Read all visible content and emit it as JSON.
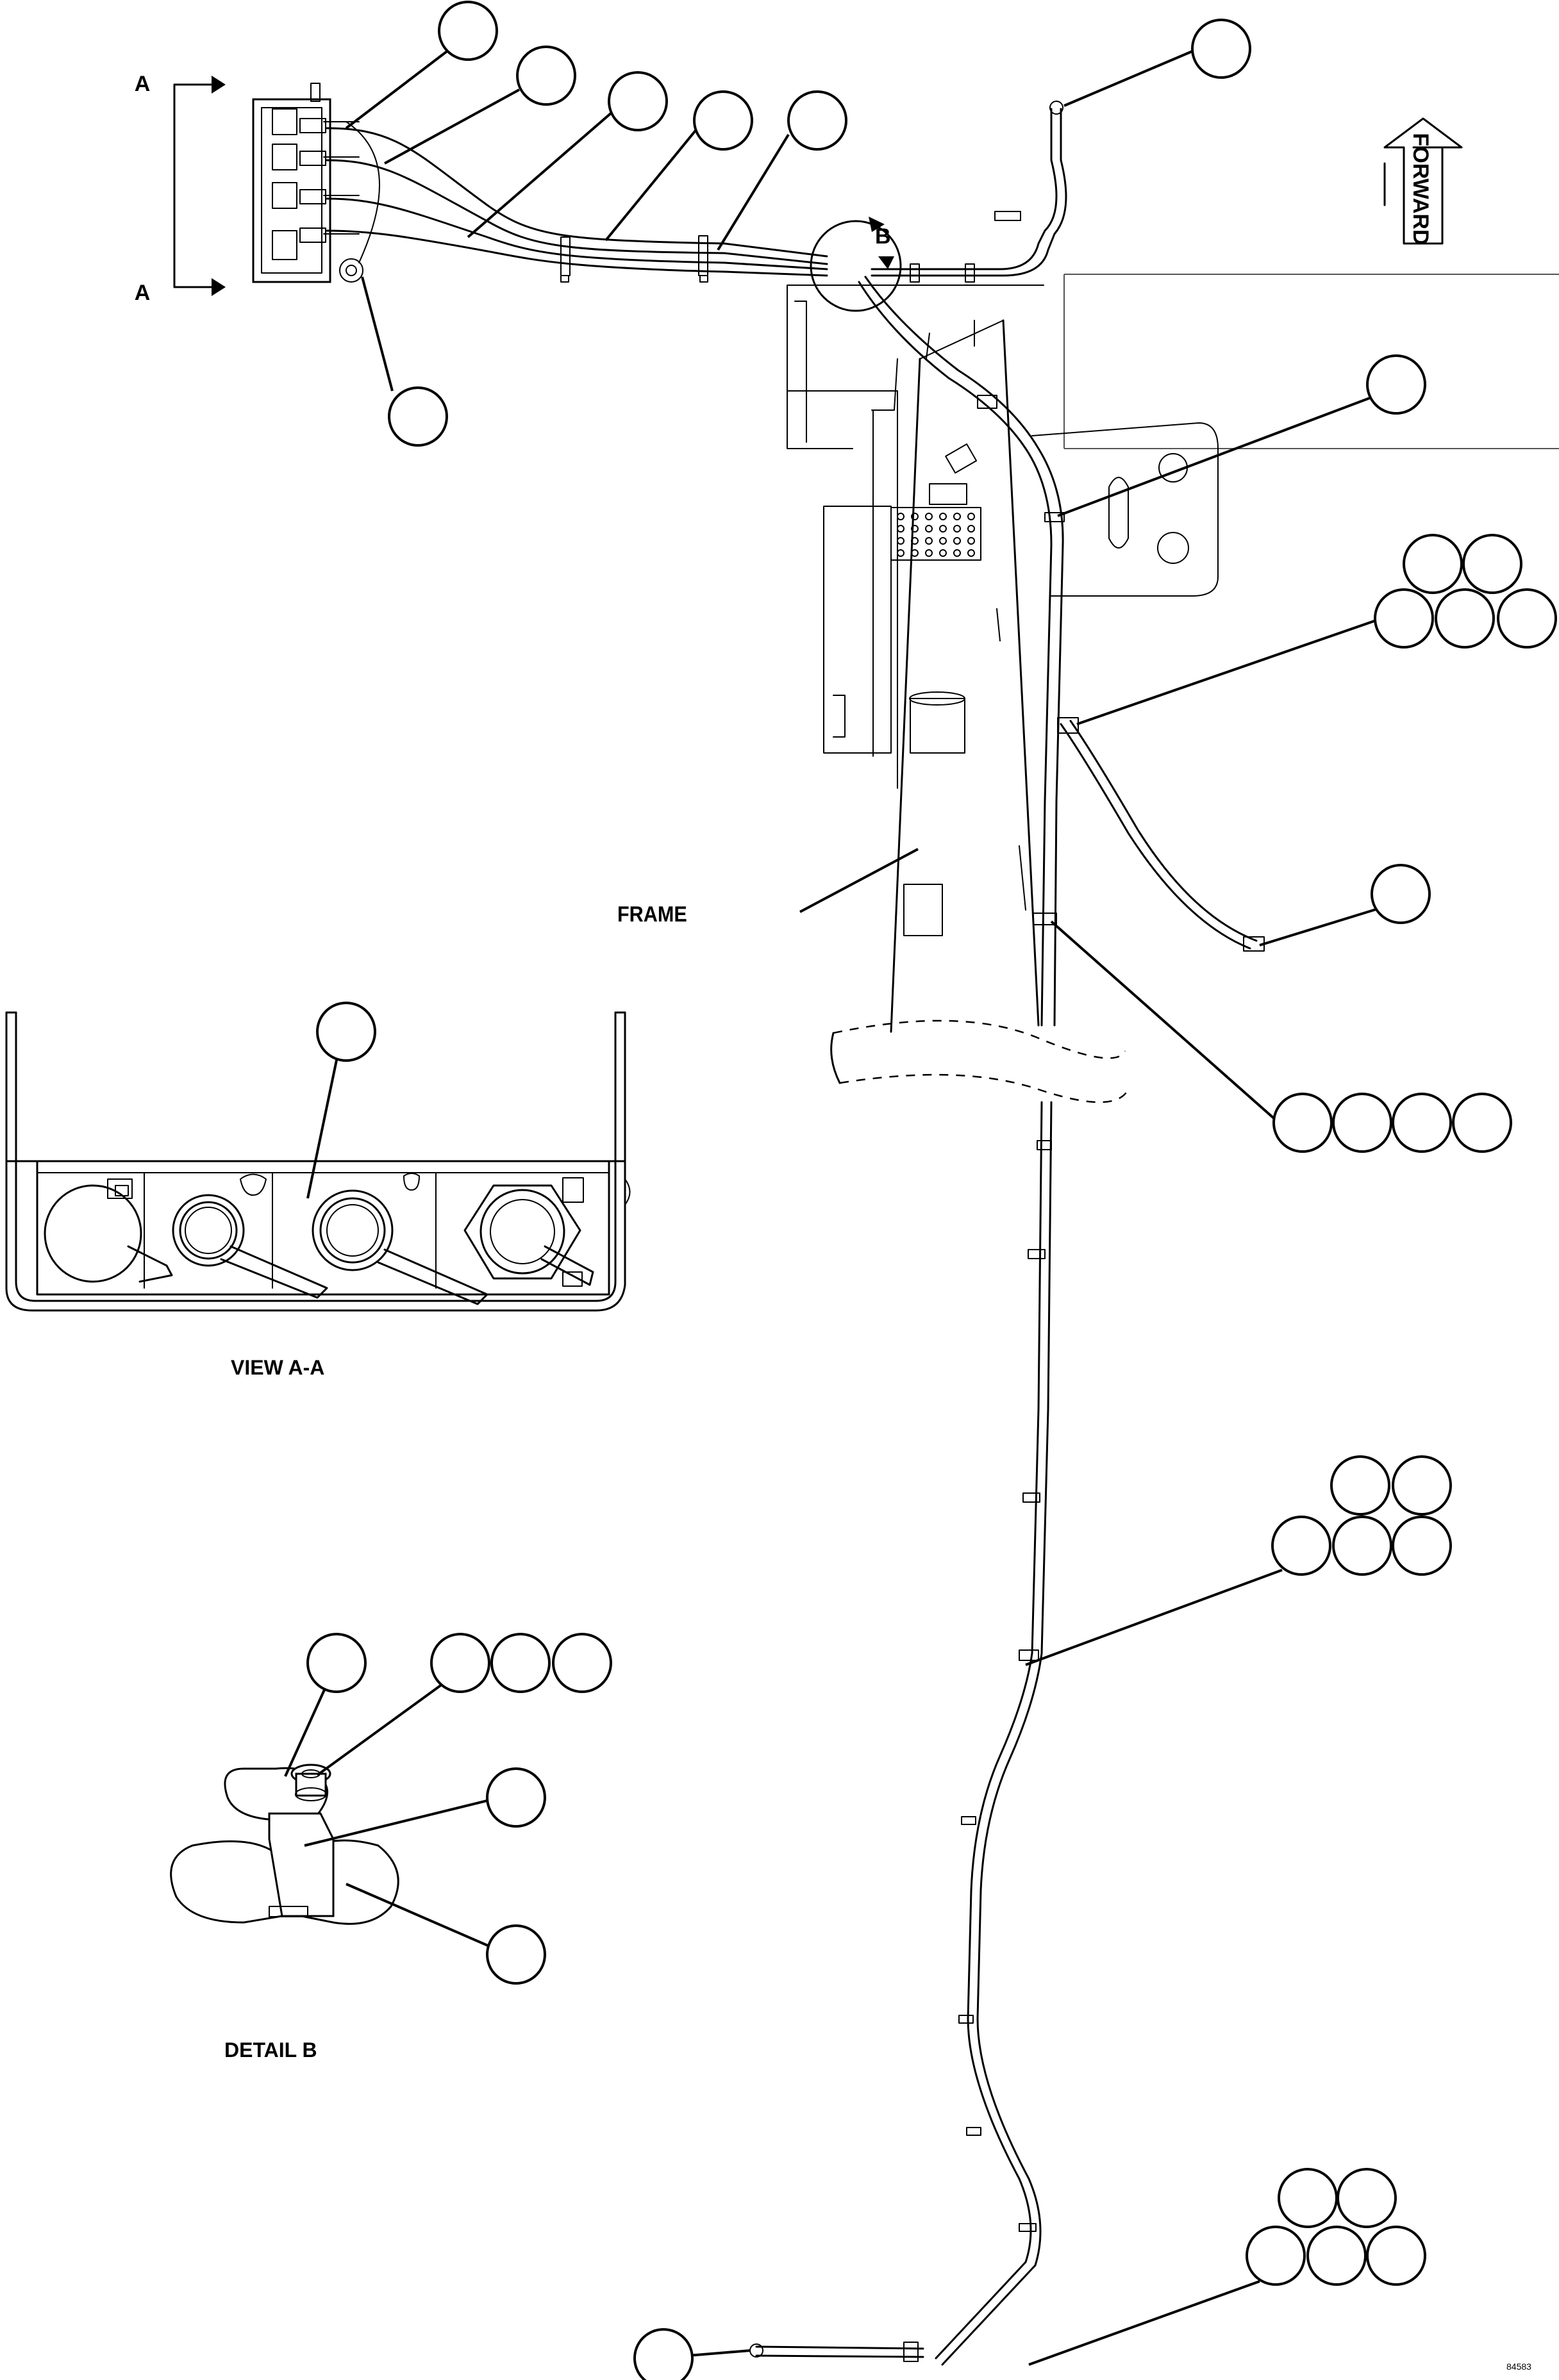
{
  "labels": {
    "section_top": "A",
    "section_bottom": "A",
    "detail_ref": "B",
    "forward": "FORWARD",
    "frame": "FRAME",
    "view_caption": "VIEW A-A",
    "detail_caption": "DETAIL B",
    "figure_id": "84583"
  },
  "balloons": [
    {
      "id": "b01",
      "text": ""
    },
    {
      "id": "b02",
      "text": ""
    },
    {
      "id": "b03",
      "text": ""
    },
    {
      "id": "b04",
      "text": ""
    },
    {
      "id": "b05",
      "text": ""
    },
    {
      "id": "b06",
      "text": ""
    },
    {
      "id": "b07",
      "text": ""
    },
    {
      "id": "b08",
      "text": ""
    },
    {
      "id": "b09",
      "text": ""
    },
    {
      "id": "b10",
      "text": ""
    },
    {
      "id": "b11",
      "text": ""
    },
    {
      "id": "b12",
      "text": ""
    },
    {
      "id": "b13",
      "text": ""
    },
    {
      "id": "b14",
      "text": ""
    },
    {
      "id": "b15",
      "text": ""
    },
    {
      "id": "b16",
      "text": ""
    },
    {
      "id": "b17",
      "text": ""
    },
    {
      "id": "b18",
      "text": ""
    },
    {
      "id": "b19",
      "text": ""
    },
    {
      "id": "b20",
      "text": ""
    },
    {
      "id": "b21",
      "text": ""
    },
    {
      "id": "b22",
      "text": ""
    },
    {
      "id": "b23",
      "text": ""
    },
    {
      "id": "b24",
      "text": ""
    },
    {
      "id": "b25",
      "text": ""
    },
    {
      "id": "b26",
      "text": ""
    },
    {
      "id": "b27",
      "text": ""
    },
    {
      "id": "b28",
      "text": ""
    },
    {
      "id": "b29",
      "text": ""
    },
    {
      "id": "b30",
      "text": ""
    },
    {
      "id": "b31",
      "text": ""
    },
    {
      "id": "b32",
      "text": ""
    },
    {
      "id": "b33",
      "text": ""
    },
    {
      "id": "b34",
      "text": ""
    },
    {
      "id": "b35",
      "text": ""
    }
  ]
}
